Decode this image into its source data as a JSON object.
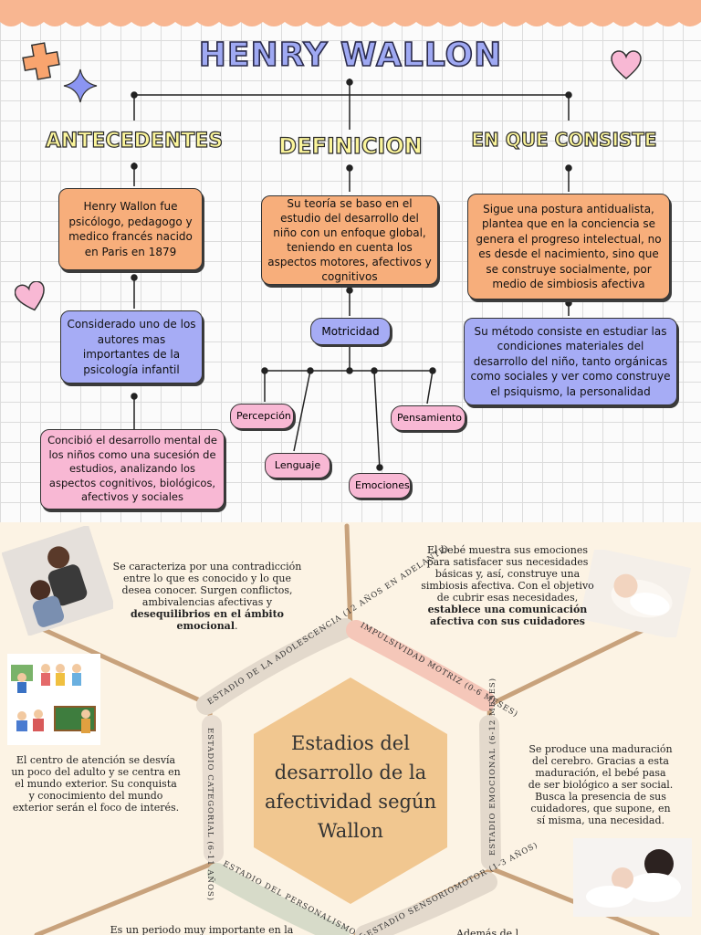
{
  "title": "HENRY WALLON",
  "columns": {
    "antecedentes": {
      "heading": "ANTECEDENTES",
      "box1": "Henry Wallon fue psicólogo, pedagogo y medico francés nacido en Paris en 1879",
      "box2": "Considerado uno de los autores mas importantes de la psicología infantil",
      "box3": "Concibió el desarrollo mental de los niños como una sucesión de estudios, analizando los aspectos cognitivos, biológicos, afectivos y sociales"
    },
    "definicion": {
      "heading": "DEFINICION",
      "box1": "Su teoría se baso en el estudio del desarrollo del niño con un enfoque global, teniendo en cuenta los aspectos motores, afectivos y cognitivos",
      "hub": "Motricidad",
      "leaves": [
        "Percepción",
        "Lenguaje",
        "Emociones",
        "Pensamiento"
      ]
    },
    "consiste": {
      "heading": "EN QUE CONSISTE",
      "box1": "Sigue una postura antidualista, plantea que en la conciencia se genera el progreso intelectual, no es desde el nacimiento, sino que se construye socialmente, por medio de simbiosis afectiva",
      "box2": "Su método consiste en estudiar las condiciones materiales del desarrollo del niño, tanto orgánicas como sociales y ver como construye el psiquismo, la personalidad"
    }
  },
  "stages": {
    "center": "Estadios del desarrollo de la afectividad según Wallon",
    "impulsividad": "IMPULSIVIDAD MOTRIZ (0-6 MESES)",
    "emocional": "ESTADIO EMOCIONAL (6-12 MESES)",
    "sensoriomotor": "ESTADIO SENSORIOMOTOR (1-3 AÑOS)",
    "personalismo": "ESTADIO DEL PERSONALISMO (3-6 AÑOS)",
    "categorial": "ESTADIO CATEGORIAL (6-11 AÑOS)",
    "adolescencia": "ESTADIO DE LA ADOLESCENCIA (12 AÑOS EN ADELANTE)"
  },
  "descriptions": {
    "adolescencia_plain": "Se caracteriza por una contradicción entre lo que es conocido y lo que desea conocer. Surgen conflictos, ambivalencias afectivas y",
    "adolescencia_bold": "desequilibrios en el ámbito emocional",
    "adolescencia_end": ".",
    "impulsividad_plain": "El bebé muestra sus emociones para satisfacer sus necesidades básicas y, así, construye una simbiosis afectiva. Con el objetivo de cubrir esas necesidades,",
    "impulsividad_bold": "establece una comunicación afectiva con sus cuidadores",
    "categorial": "El centro de atención se desvía un poco del adulto y se centra en el mundo exterior. Su conquista y conocimiento del mundo exterior serán el foco de interés.",
    "emocional": "Se produce una maduración del cerebro. Gracias a esta maduración, el bebé pasa de ser biológico a ser social. Busca la presencia de sus cuidadores, que supone, en sí misma, una necesidad.",
    "personalismo": "Es un periodo muy importante en la",
    "sensoriomotor": "Además de l"
  },
  "colors": {
    "orange": "#f7ae7b",
    "blue": "#a6acf5",
    "pink": "#f8b8d4",
    "title_fill": "#9fa9f3",
    "heading_fill": "#fbf59b",
    "hex": "#f1c790",
    "stage_band": "#e3d9cc"
  },
  "icons": [
    "plus-icon",
    "star-icon",
    "heart-icon",
    "photo-mother-child",
    "photo-children-clipart",
    "photo-baby",
    "photo-mother-baby"
  ]
}
